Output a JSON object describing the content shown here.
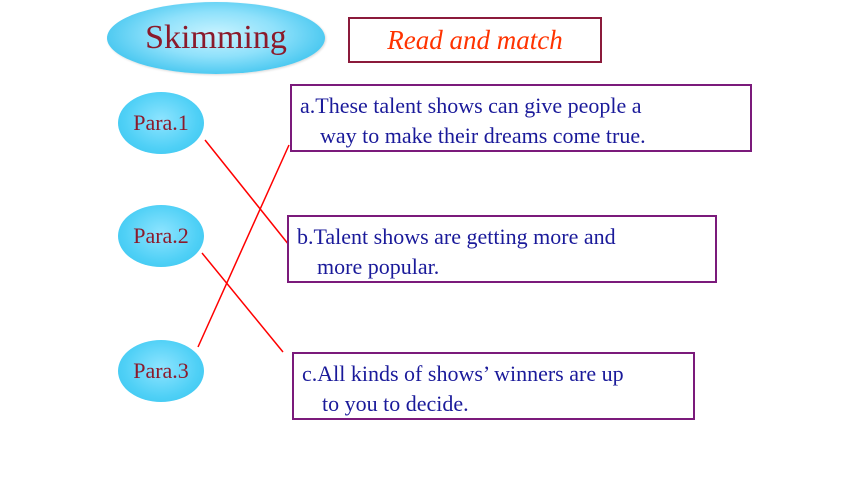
{
  "title": "Skimming",
  "subtitle": "Read and match",
  "paragraphs": [
    "Para.1",
    "Para.2",
    "Para.3"
  ],
  "options": [
    {
      "line1": "a.These talent shows can give people a",
      "line2": "way to make their dreams  come true."
    },
    {
      "line1": "b.Talent shows are getting more and",
      "line2": "more popular."
    },
    {
      "line1": "c.All kinds of shows’ winners are up",
      "line2": "to you to decide."
    }
  ],
  "matches": [
    {
      "paragraph": "Para.1",
      "option": "b"
    },
    {
      "paragraph": "Para.2",
      "option": "c"
    },
    {
      "paragraph": "Para.3",
      "option": "a"
    }
  ],
  "colors": {
    "title_text": "#8b1a2b",
    "subtitle_text": "#ff3300",
    "box_border": "#7b1a7b",
    "box_text": "#1a1a9a",
    "match_line": "#ff0000",
    "oval_fill": "#4fd0f6"
  }
}
